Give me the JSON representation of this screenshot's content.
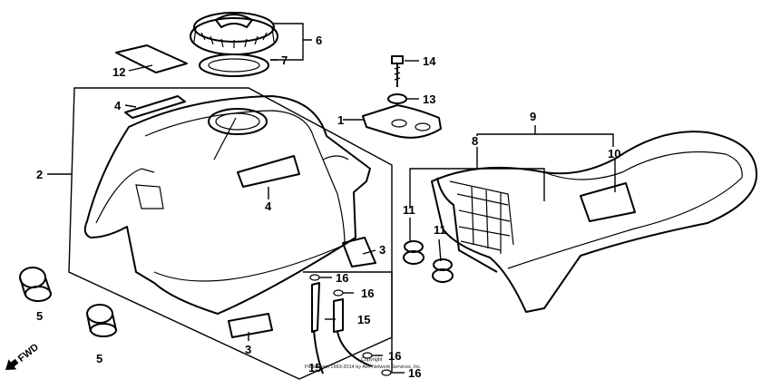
{
  "callouts": {
    "c1": "1",
    "c2": "2",
    "c3a": "3",
    "c3b": "3",
    "c4a": "4",
    "c4b": "4",
    "c5a": "5",
    "c5b": "5",
    "c6": "6",
    "c7": "7",
    "c8": "8",
    "c9": "9",
    "c10": "10",
    "c11a": "11",
    "c11b": "11",
    "c12": "12",
    "c13": "13",
    "c14": "14",
    "c15a": "15",
    "c15b": "15",
    "c16a": "16",
    "c16b": "16",
    "c16c": "16",
    "c16d": "16"
  },
  "direction": "FWD",
  "copyright_line1": "Copyright",
  "copyright_line2": "Partstream 1993-2014 by ARI Network Services, Inc."
}
